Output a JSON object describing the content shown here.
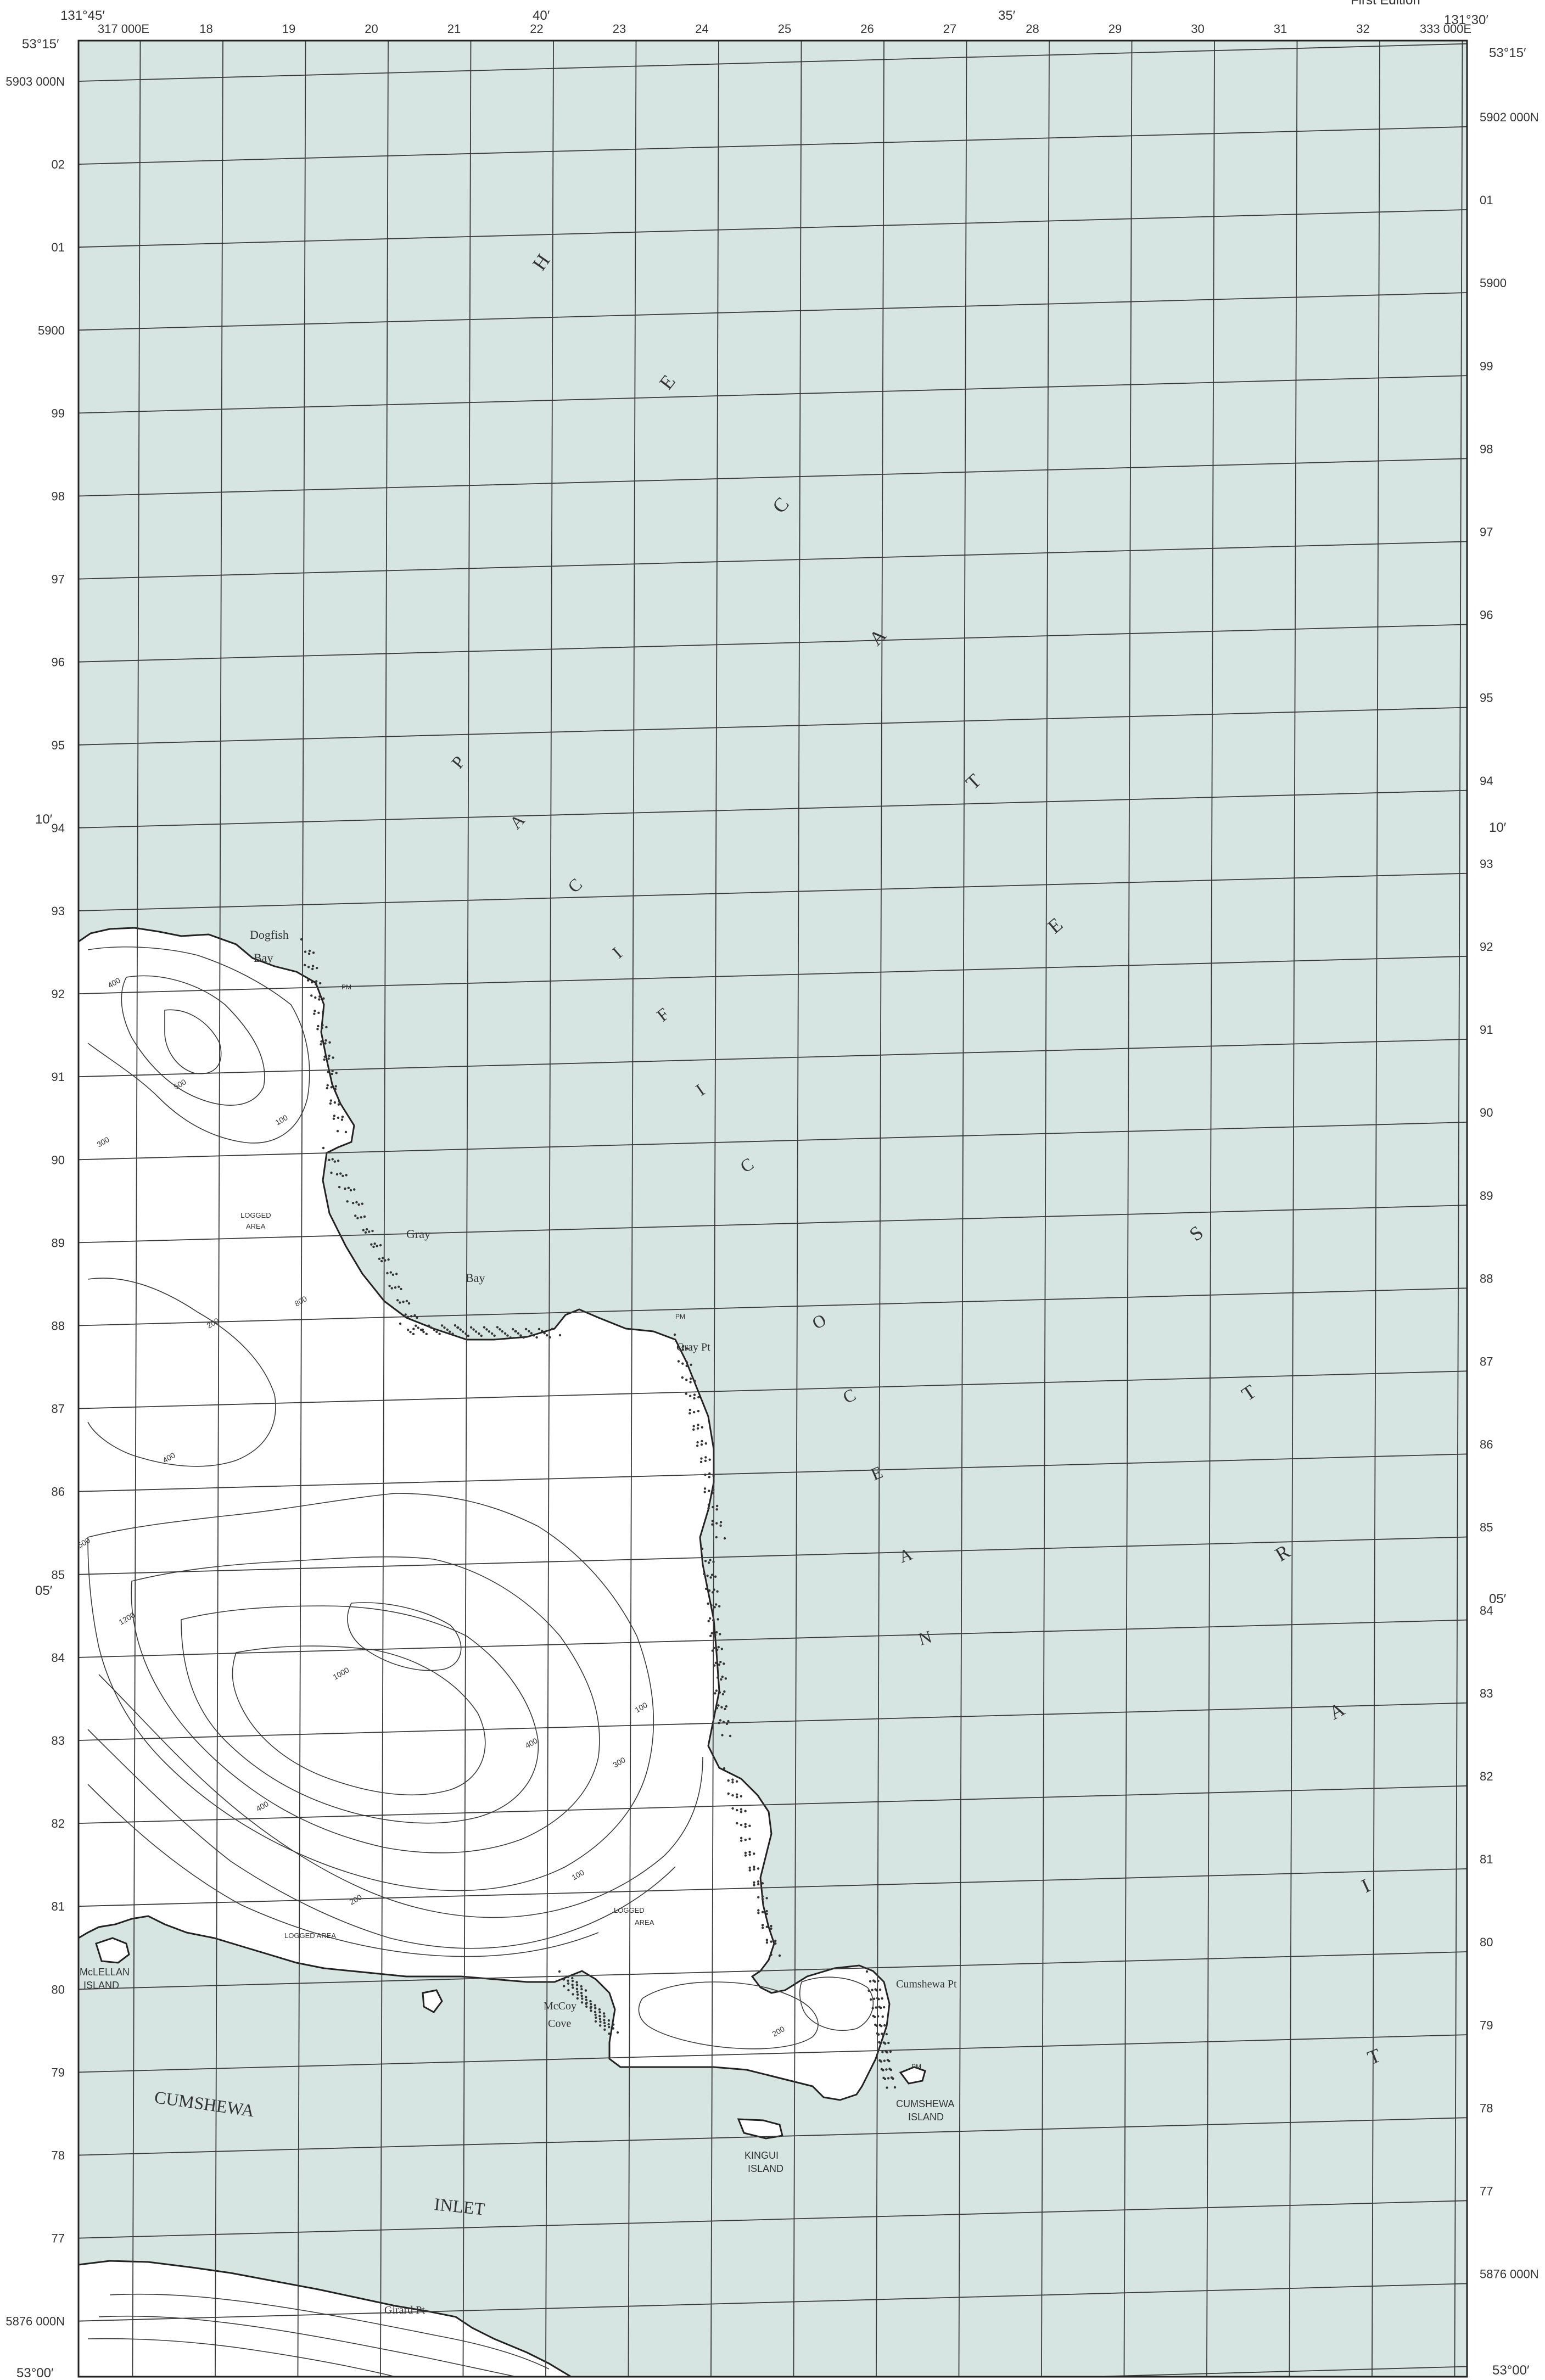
{
  "sheet": {
    "edition_label": "First Edition",
    "corner_longitudes": {
      "west": "131°45′",
      "mid": "40′",
      "mid2": "35′",
      "east": "131°30′"
    },
    "corner_latitudes": {
      "top": "53°15′",
      "mid1": "10′",
      "mid2": "05′",
      "bottom": "53°00′"
    }
  },
  "grid": {
    "eastings_top": [
      "317 000E",
      "18",
      "19",
      "20",
      "21",
      "22",
      "23",
      "24",
      "25",
      "26",
      "27",
      "28",
      "29",
      "30",
      "31",
      "32",
      "333 000E"
    ],
    "northings_left": [
      "5903 000N",
      "02",
      "01",
      "5900",
      "99",
      "98",
      "97",
      "96",
      "95",
      "94",
      "93",
      "92",
      "91",
      "90",
      "89",
      "88",
      "87",
      "86",
      "85",
      "84",
      "83",
      "82",
      "81",
      "80",
      "79",
      "78",
      "77",
      "5876 000N"
    ],
    "northings_right": [
      "5902 000N",
      "01",
      "5900",
      "99",
      "98",
      "97",
      "96",
      "95",
      "94",
      "93",
      "92",
      "91",
      "90",
      "89",
      "88",
      "87",
      "86",
      "85",
      "84",
      "83",
      "82",
      "81",
      "80",
      "79",
      "78",
      "77",
      "5876 000N"
    ]
  },
  "water_labels": {
    "strait_letters": [
      "H",
      "E",
      "C",
      "A",
      "T",
      "E",
      "S",
      "T",
      "R",
      "A",
      "I",
      "T"
    ],
    "ocean_letters": [
      "P",
      "A",
      "C",
      "I",
      "F",
      "I",
      "C",
      "O",
      "C",
      "E",
      "A",
      "N"
    ],
    "cumshewa": "CUMSHEWA",
    "inlet": "INLET"
  },
  "place_names": {
    "dogfish": "Dogfish",
    "bay1": "Bay",
    "gray": "Gray",
    "bay2": "Bay",
    "gray_pt": "Gray Pt",
    "cumshewa_pt": "Cumshewa Pt",
    "cumshewa_island_1": "CUMSHEWA",
    "cumshewa_island_2": "ISLAND",
    "kingui_1": "KINGUI",
    "kingui_2": "ISLAND",
    "mccoy": "McCoy",
    "cove": "Cove",
    "mclellan_1": "McLELLAN",
    "mclellan_2": "ISLAND",
    "girard_pt": "Girard Pt",
    "logged_area": "LOGGED",
    "area": "AREA",
    "logged_area_2": "LOGGED AREA",
    "logged_3": "LOGGED",
    "area_3": "AREA",
    "pm": "PM"
  },
  "contour_labels": [
    "400",
    "500",
    "100",
    "300",
    "200",
    "400",
    "500",
    "1000",
    "400",
    "300",
    "200",
    "100",
    "400",
    "100",
    "200",
    "800",
    "1200"
  ],
  "colors": {
    "water": "#d6e4e2",
    "land": "#ffffff",
    "grid": "#3a3a3a",
    "contour": "#3a3a3a",
    "coast": "#222222"
  }
}
